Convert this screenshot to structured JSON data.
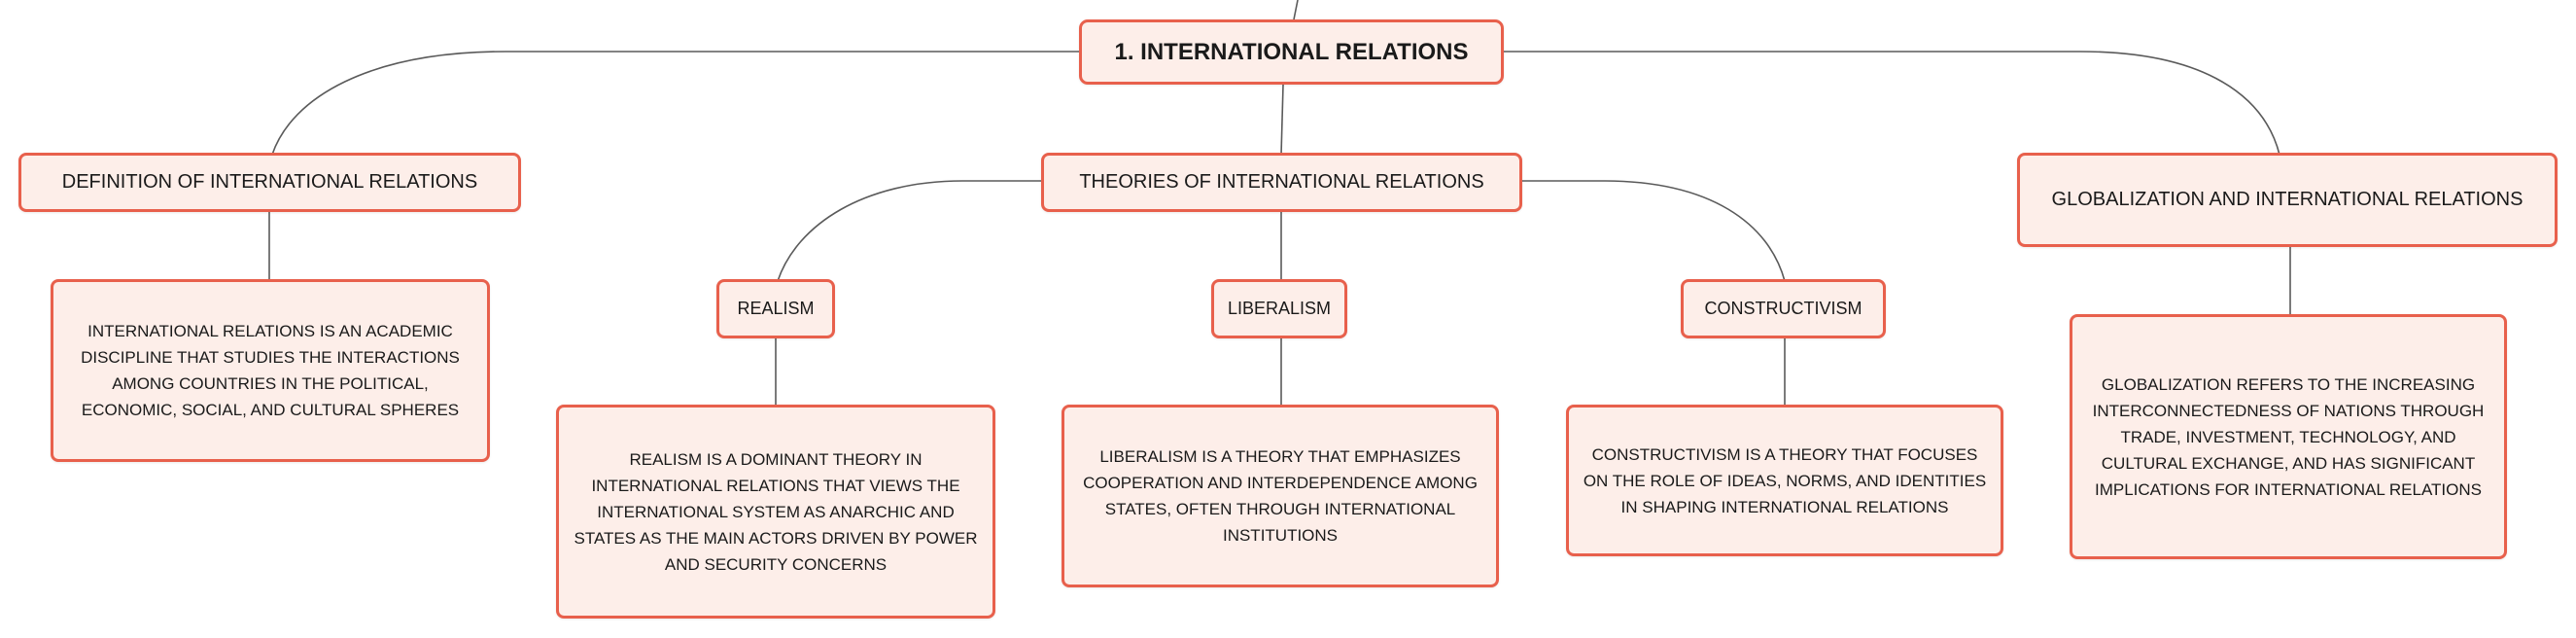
{
  "diagram": {
    "root": {
      "label": "1. INTERNATIONAL RELATIONS"
    },
    "topics": [
      {
        "label": "DEFINITION OF INTERNATIONAL RELATIONS",
        "description": "INTERNATIONAL RELATIONS IS AN ACADEMIC DISCIPLINE THAT STUDIES THE INTERACTIONS AMONG COUNTRIES IN THE POLITICAL, ECONOMIC, SOCIAL, AND CULTURAL SPHERES"
      },
      {
        "label": "THEORIES OF INTERNATIONAL RELATIONS",
        "subtopics": [
          {
            "label": "REALISM",
            "description": "REALISM IS A DOMINANT THEORY IN INTERNATIONAL RELATIONS THAT VIEWS THE INTERNATIONAL SYSTEM AS ANARCHIC AND STATES AS THE MAIN ACTORS DRIVEN BY POWER AND SECURITY CONCERNS"
          },
          {
            "label": "LIBERALISM",
            "description": "LIBERALISM IS A THEORY THAT EMPHASIZES COOPERATION AND INTERDEPENDENCE AMONG STATES, OFTEN THROUGH INTERNATIONAL INSTITUTIONS"
          },
          {
            "label": "CONSTRUCTIVISM",
            "description": "CONSTRUCTIVISM IS A THEORY THAT FOCUSES ON THE ROLE OF IDEAS, NORMS, AND IDENTITIES IN SHAPING INTERNATIONAL RELATIONS"
          }
        ]
      },
      {
        "label": "GLOBALIZATION AND INTERNATIONAL RELATIONS",
        "description": "GLOBALIZATION REFERS TO THE INCREASING INTERCONNECTEDNESS OF NATIONS THROUGH TRADE, INVESTMENT, TECHNOLOGY, AND CULTURAL EXCHANGE, AND HAS SIGNIFICANT IMPLICATIONS FOR INTERNATIONAL RELATIONS"
      }
    ]
  }
}
